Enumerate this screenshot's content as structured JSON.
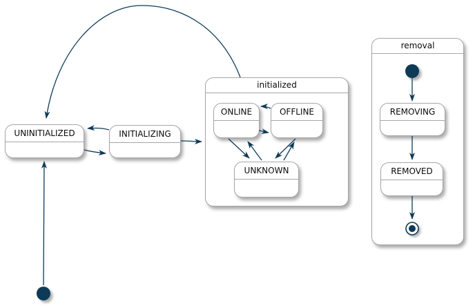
{
  "diagram": {
    "kind": "state-machine-diagram",
    "colors": {
      "arrow": "#0d3a57",
      "state_border": "#a6a6a6",
      "state_fill": "#ffffff",
      "text": "#0a0a0a",
      "background": "#ffffff"
    },
    "states": {
      "uninitialized": {
        "label": "UNINITIALIZED"
      },
      "initializing": {
        "label": "INITIALIZING"
      },
      "initialized": {
        "label": "initialized"
      },
      "online": {
        "label": "ONLINE"
      },
      "offline": {
        "label": "OFFLINE"
      },
      "unknown": {
        "label": "UNKNOWN"
      },
      "removal": {
        "label": "removal"
      },
      "removing": {
        "label": "REMOVING"
      },
      "removed": {
        "label": "REMOVED"
      }
    },
    "pseudostates": {
      "initial_main": "initial-state",
      "initial_removal": "initial-state",
      "final_removal": "final-state"
    },
    "transitions": [
      {
        "from": "initial(main)",
        "to": "UNINITIALIZED"
      },
      {
        "from": "UNINITIALIZED",
        "to": "INITIALIZING"
      },
      {
        "from": "INITIALIZING",
        "to": "UNINITIALIZED"
      },
      {
        "from": "INITIALIZING",
        "to": "initialized"
      },
      {
        "from": "initialized",
        "to": "UNINITIALIZED"
      },
      {
        "from": "OFFLINE",
        "to": "ONLINE"
      },
      {
        "from": "ONLINE",
        "to": "OFFLINE"
      },
      {
        "from": "ONLINE",
        "to": "UNKNOWN"
      },
      {
        "from": "UNKNOWN",
        "to": "ONLINE"
      },
      {
        "from": "OFFLINE",
        "to": "UNKNOWN"
      },
      {
        "from": "UNKNOWN",
        "to": "OFFLINE"
      },
      {
        "from": "initial(removal)",
        "to": "REMOVING"
      },
      {
        "from": "REMOVING",
        "to": "REMOVED"
      },
      {
        "from": "REMOVED",
        "to": "final(removal)"
      }
    ]
  }
}
